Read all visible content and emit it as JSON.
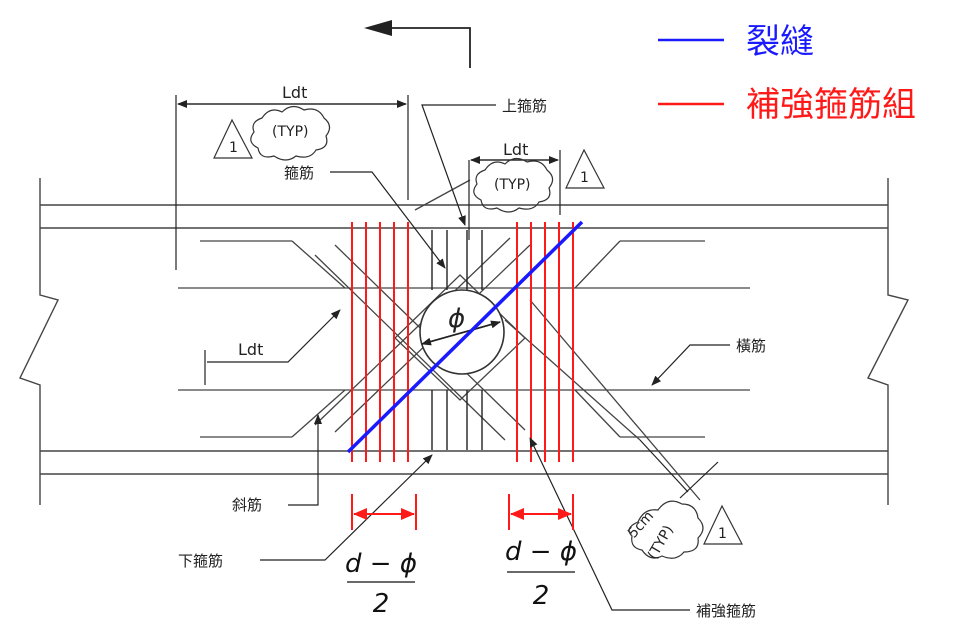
{
  "legend": {
    "crack_label": "裂縫",
    "crack_color": "#1a1aff",
    "rebar_label": "補強箍筋組",
    "rebar_color": "#ff1a1a"
  },
  "labels": {
    "top_stirrup": "上箍筋",
    "stirrup": "箍筋",
    "transverse_bar": "橫筋",
    "diagonal_bar": "斜筋",
    "bottom_stirrup": "下箍筋",
    "reinforcing_stirrup": "補強箍筋",
    "ldt_top": "Ldt",
    "ldt_center": "Ldt",
    "ldt_left": "Ldt",
    "typ_1": "(TYP)",
    "typ_2": "(TYP)",
    "typ_3": "(TYP)",
    "rev_1": "1",
    "rev_2": "1",
    "rev_3": "1",
    "five_cm": "5cm",
    "opening_symbol": "ϕ"
  },
  "formulas": {
    "left_numerator": "d − ϕ",
    "left_denominator": "2",
    "right_numerator": "d − ϕ",
    "right_denominator": "2"
  }
}
